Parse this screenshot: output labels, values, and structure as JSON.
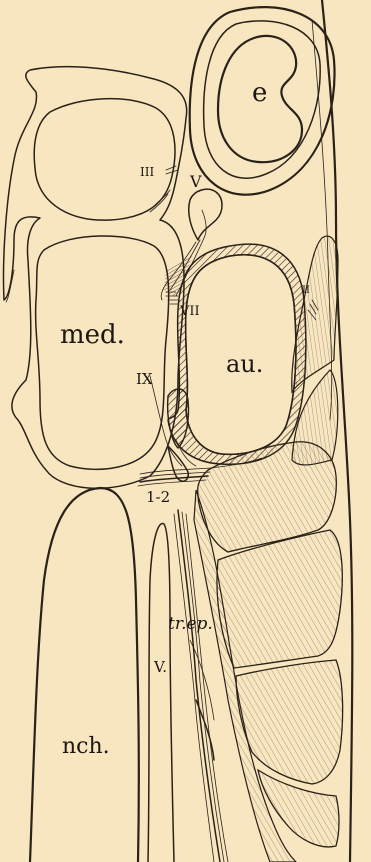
{
  "labels": {
    "e": "e",
    "iii": "III",
    "v_nerve": "V",
    "med": "med.",
    "vii": "VII",
    "au": "au.",
    "ix": "IX",
    "ii": "II",
    "one_two": "1-2",
    "trep": "tr.ep.",
    "v_vein": "V.",
    "nch": "nch."
  }
}
